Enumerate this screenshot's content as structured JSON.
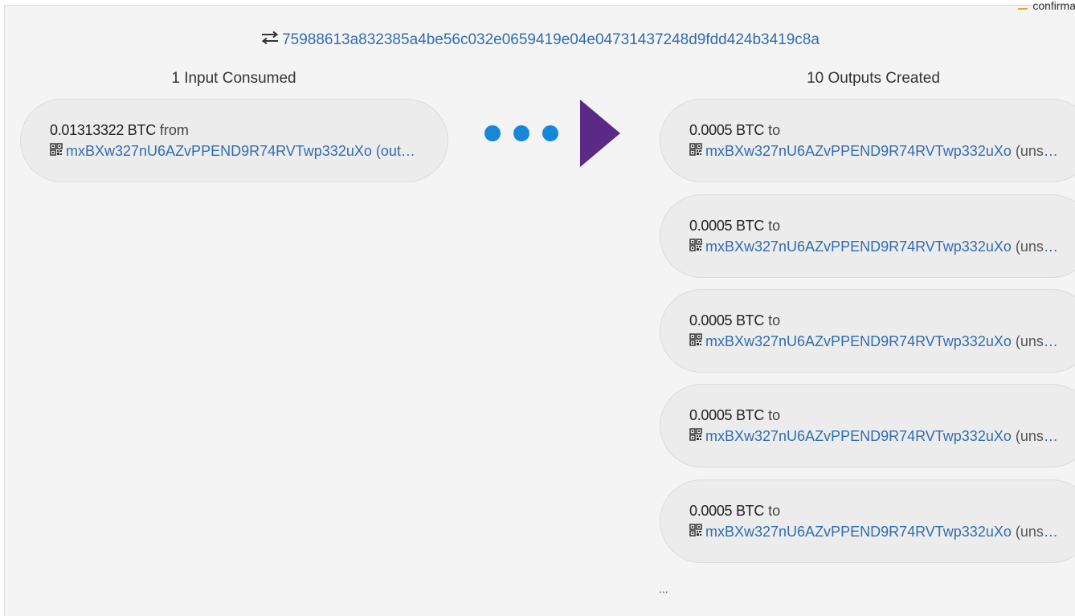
{
  "transaction": {
    "txid": "75988613a832385a4be56c032e0659419e04e04731437248d9fdd424b3419c8a"
  },
  "top_corner_text": "confirmati",
  "inputs": {
    "title": "1 Input Consumed",
    "items": [
      {
        "amount": "0.01313322 BTC",
        "direction": "from",
        "address": "mxBXw327nU6AZvPPEND9R74RVTwp332uXo",
        "status": "(output)"
      }
    ]
  },
  "outputs": {
    "title": "10 Outputs Created",
    "items": [
      {
        "amount": "0.0005 BTC",
        "direction": "to",
        "address": "mxBXw327nU6AZvPPEND9R74RVTwp332uXo",
        "status": "(unspent)"
      },
      {
        "amount": "0.0005 BTC",
        "direction": "to",
        "address": "mxBXw327nU6AZvPPEND9R74RVTwp332uXo",
        "status": "(unspent)"
      },
      {
        "amount": "0.0005 BTC",
        "direction": "to",
        "address": "mxBXw327nU6AZvPPEND9R74RVTwp332uXo",
        "status": "(unspent)"
      },
      {
        "amount": "0.0005 BTC",
        "direction": "to",
        "address": "mxBXw327nU6AZvPPEND9R74RVTwp332uXo",
        "status": "(unspent)"
      },
      {
        "amount": "0.0005 BTC",
        "direction": "to",
        "address": "mxBXw327nU6AZvPPEND9R74RVTwp332uXo",
        "status": "(unspent)"
      }
    ],
    "more_indicator": "..."
  },
  "colors": {
    "link": "#2f6db1",
    "dot": "#1687d9",
    "arrow": "#5b2a86",
    "card_bg": "#ececec",
    "panel_bg": "#f4f4f4"
  },
  "icons": {
    "transaction": "swap-arrows-icon",
    "address": "qr-code-icon"
  }
}
